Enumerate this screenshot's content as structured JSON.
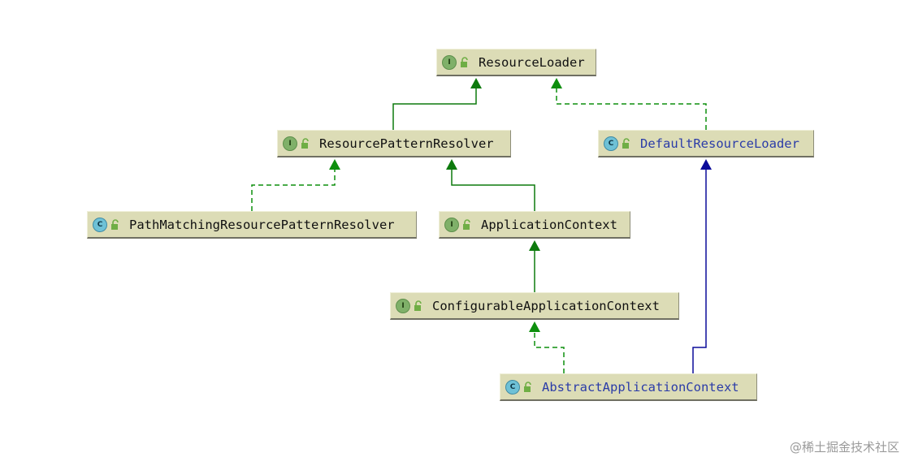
{
  "diagram": {
    "nodes": [
      {
        "id": "resource-loader",
        "label": "ResourceLoader",
        "kind": "interface",
        "badge": "I"
      },
      {
        "id": "resource-pattern-resolver",
        "label": "ResourcePatternResolver",
        "kind": "interface",
        "badge": "I"
      },
      {
        "id": "default-resource-loader",
        "label": "DefaultResourceLoader",
        "kind": "class",
        "badge": "C"
      },
      {
        "id": "path-matching-resource-pattern-resolver",
        "label": "PathMatchingResourcePatternResolver",
        "kind": "class",
        "badge": "C"
      },
      {
        "id": "application-context",
        "label": "ApplicationContext",
        "kind": "interface",
        "badge": "I"
      },
      {
        "id": "configurable-application-context",
        "label": "ConfigurableApplicationContext",
        "kind": "interface",
        "badge": "I"
      },
      {
        "id": "abstract-application-context",
        "label": "AbstractApplicationContext",
        "kind": "class",
        "badge": "C"
      }
    ],
    "edges": [
      {
        "from": "resource-pattern-resolver",
        "to": "resource-loader",
        "type": "extends-interface"
      },
      {
        "from": "default-resource-loader",
        "to": "resource-loader",
        "type": "implements"
      },
      {
        "from": "path-matching-resource-pattern-resolver",
        "to": "resource-pattern-resolver",
        "type": "implements"
      },
      {
        "from": "application-context",
        "to": "resource-pattern-resolver",
        "type": "extends-interface"
      },
      {
        "from": "configurable-application-context",
        "to": "application-context",
        "type": "extends-interface"
      },
      {
        "from": "abstract-application-context",
        "to": "configurable-application-context",
        "type": "implements"
      },
      {
        "from": "abstract-application-context",
        "to": "default-resource-loader",
        "type": "extends-class"
      }
    ],
    "edge_colors": {
      "extends-interface": "#0d7a0d",
      "implements": "#0d8f0d",
      "extends-class": "#0b0b9a"
    }
  },
  "watermark": "@稀土掘金技术社区"
}
